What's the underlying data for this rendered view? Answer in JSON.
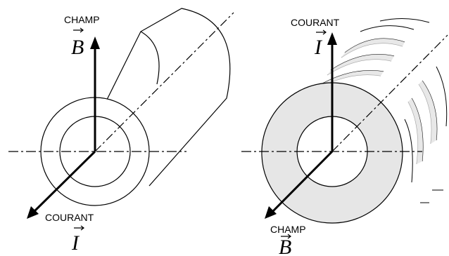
{
  "left_figure": {
    "field_word": "CHAMP",
    "field_symbol": "B",
    "current_word": "COURANT",
    "current_symbol": "I"
  },
  "right_figure": {
    "current_word": "COURANT",
    "current_symbol": "I",
    "field_word": "CHAMP",
    "field_symbol": "B"
  },
  "colors": {
    "stroke": "#000000",
    "ring_fill": "#e6e6e6",
    "background": "#ffffff"
  }
}
